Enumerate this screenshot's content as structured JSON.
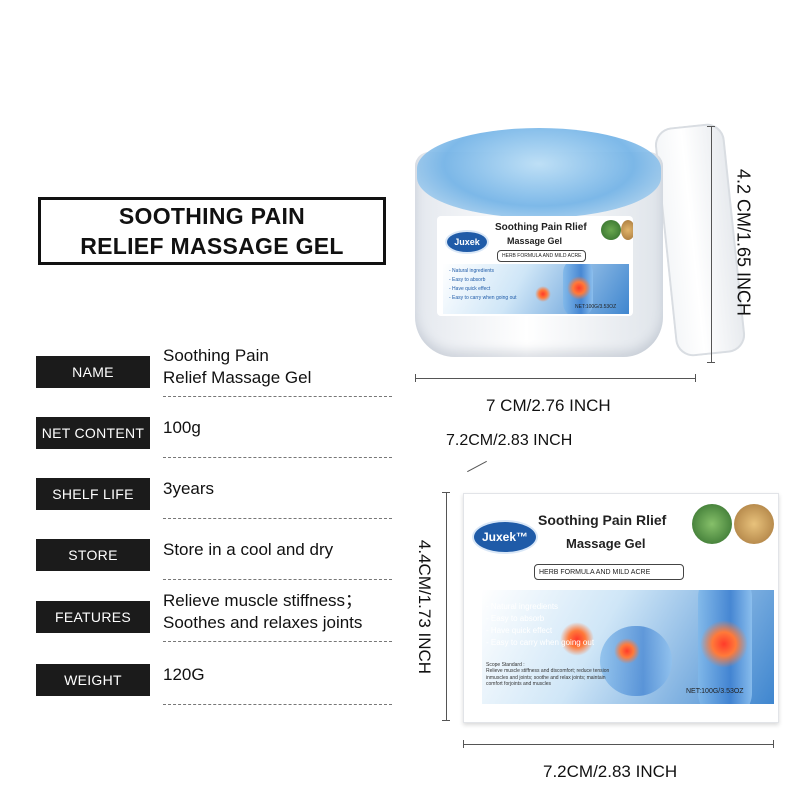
{
  "title": {
    "line1": "SOOTHING PAIN",
    "line2": "RELIEF MASSAGE GEL"
  },
  "specs": [
    {
      "label": "NAME",
      "value_lines": [
        "Soothing Pain",
        "Relief Massage Gel"
      ]
    },
    {
      "label": "NET  CONTENT",
      "value_lines": [
        "100g"
      ]
    },
    {
      "label": "SHELF LIFE",
      "value_lines": [
        "3years"
      ]
    },
    {
      "label": "STORE",
      "value_lines": [
        "Store in a cool and dry"
      ]
    },
    {
      "label": "FEATURES",
      "value_lines": [
        "Relieve muscle stiffness；",
        "Soothes and relaxes joints"
      ]
    },
    {
      "label": "WEIGHT",
      "value_lines": [
        "120G"
      ]
    }
  ],
  "dimensions": {
    "jar_height": "4.2 CM/1.65 INCH",
    "jar_width": "7 CM/2.76 INCH",
    "box_depth": "7.2CM/2.83 INCH",
    "box_height": "4.4CM/1.73 INCH",
    "box_width": "7.2CM/2.83 INCH"
  },
  "package": {
    "brand": "Juxek™",
    "title_line1": "Soothing Pain Rlief",
    "title_line2": "Massage Gel",
    "herb_strip": "HERB FORMULA AND MILD ACRE",
    "bullets": [
      "- Natural ingredients",
      "- Easy to absorb",
      "- Have quick effect",
      "- Easy to carry when going out"
    ],
    "scope_title": "Scope Standard :",
    "scope_lines": [
      "Relieve muscle stiffness and discomfort; reduce tension",
      "inmuscles and joints; soothe and relax joints; maintain",
      "comfort forjoints and muscles"
    ],
    "net": "NET:100G/3.53OZ"
  },
  "jar_label": {
    "brand": "Juxek",
    "title_line1": "Soothing Pain Rlief",
    "title_line2": "Massage Gel",
    "herb_strip": "HERB FORMULA AND MILD ACRE",
    "bullets": [
      "- Natural ingredients",
      "- Easy to absorb",
      "- Have quick effect",
      "- Easy to carry when going out"
    ],
    "net": "NET:100G/3.53OZ"
  },
  "colors": {
    "label_bg": "#1b1b1b",
    "brand_blue": "#1f5ba8",
    "gel_blue": "#6fb1e6",
    "pain_red": "#ff3b2a"
  }
}
